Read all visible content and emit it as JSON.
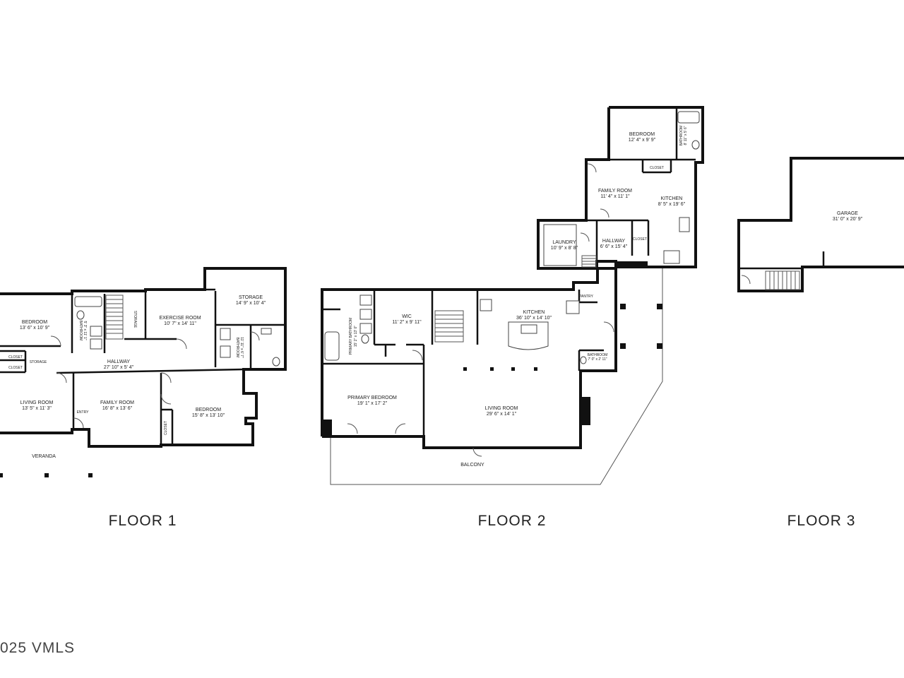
{
  "floors": [
    {
      "label": "FLOOR 1",
      "rooms": [
        {
          "name": "BEDROOM",
          "dims": "13' 6\" x 10' 9\""
        },
        {
          "name": "BATHROOM",
          "dims": "5' 3\" x 11' 1\""
        },
        {
          "name": "EXERCISE ROOM",
          "dims": "10' 7\" x 14' 11\""
        },
        {
          "name": "STORAGE",
          "dims": "14' 9\" x 10' 4\""
        },
        {
          "name": "BATHROOM",
          "dims": "11' 11\" x 6' 7\""
        },
        {
          "name": "HALLWAY",
          "dims": "27' 10\" x 5' 4\""
        },
        {
          "name": "LIVING ROOM",
          "dims": "13' 5\" x 11' 3\""
        },
        {
          "name": "FAMILY ROOM",
          "dims": "16' 8\" x 13' 6\""
        },
        {
          "name": "BEDROOM",
          "dims": "15' 8\" x 13' 10\""
        }
      ],
      "tags": [
        "CLOSET",
        "CLOSET",
        "STORAGE",
        "STORAGE",
        "ENTRY",
        "CLOSET",
        "VERANDA"
      ]
    },
    {
      "label": "FLOOR 2",
      "rooms": [
        {
          "name": "PRIMARY BATHROOM",
          "dims": "15' 2\" x 13' 0\""
        },
        {
          "name": "WIC",
          "dims": "11' 2\" x 9' 11\""
        },
        {
          "name": "KITCHEN",
          "dims": "36' 10\" x 14' 10\""
        },
        {
          "name": "PRIMARY BEDROOM",
          "dims": "19' 1\" x 17' 2\""
        },
        {
          "name": "LIVING ROOM",
          "dims": "29' 6\" x 14' 1\""
        },
        {
          "name": "BATHROOM",
          "dims": "7' 0\" x 2' 11\""
        },
        {
          "name": "LAUNDRY",
          "dims": "10' 9\" x 8' 8\""
        },
        {
          "name": "HALLWAY",
          "dims": "6' 6\" x 15' 4\""
        },
        {
          "name": "FAMILY ROOM",
          "dims": "11' 4\" x 11' 1\""
        },
        {
          "name": "KITCHEN",
          "dims": "8' 5\" x 19' 6\""
        },
        {
          "name": "BEDROOM",
          "dims": "12' 4\" x 9' 9\""
        },
        {
          "name": "BATHROOM",
          "dims": "8' 11\" x 5' 6\""
        }
      ],
      "tags": [
        "PANTRY",
        "CLOSET",
        "CLOSET",
        "BALCONY"
      ]
    },
    {
      "label": "FLOOR 3",
      "rooms": [
        {
          "name": "GARAGE",
          "dims": "31' 0\" x 20' 9\""
        }
      ],
      "tags": []
    }
  ],
  "copyright": "025 VMLS"
}
